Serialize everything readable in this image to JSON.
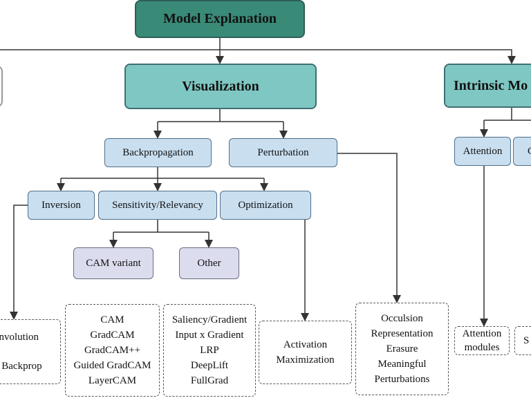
{
  "diagram": {
    "root": "Model Explanation",
    "level1": {
      "visualization": "Visualization",
      "intrinsic": "Intrinsic Mo"
    },
    "visualization_children": {
      "backpropagation": "Backpropagation",
      "perturbation": "Perturbation"
    },
    "backprop_children": {
      "inversion": "Inversion",
      "sensitivity": "Sensitivity/Relevancy",
      "optimization": "Optimization"
    },
    "sensitivity_children": {
      "cam_variant": "CAM variant",
      "other": "Other"
    },
    "intrinsic_children": {
      "attention": "Attention",
      "partial": "C"
    },
    "leaves": {
      "inversion": [
        "onvolution",
        "d Backprop"
      ],
      "cam": [
        "CAM",
        "GradCAM",
        "GradCAM++",
        "Guided GradCAM",
        "LayerCAM"
      ],
      "other": [
        "Saliency/Gradient",
        "Input x Gradient",
        "LRP",
        "DeepLift",
        "FullGrad"
      ],
      "activation": [
        "Activation",
        "Maximization"
      ],
      "perturbation": [
        "Occulsion",
        "Representation",
        "Erasure",
        "Meaningful",
        "Perturbations"
      ],
      "attention": [
        "Attention",
        "modules"
      ],
      "partial": [
        "S"
      ]
    }
  }
}
